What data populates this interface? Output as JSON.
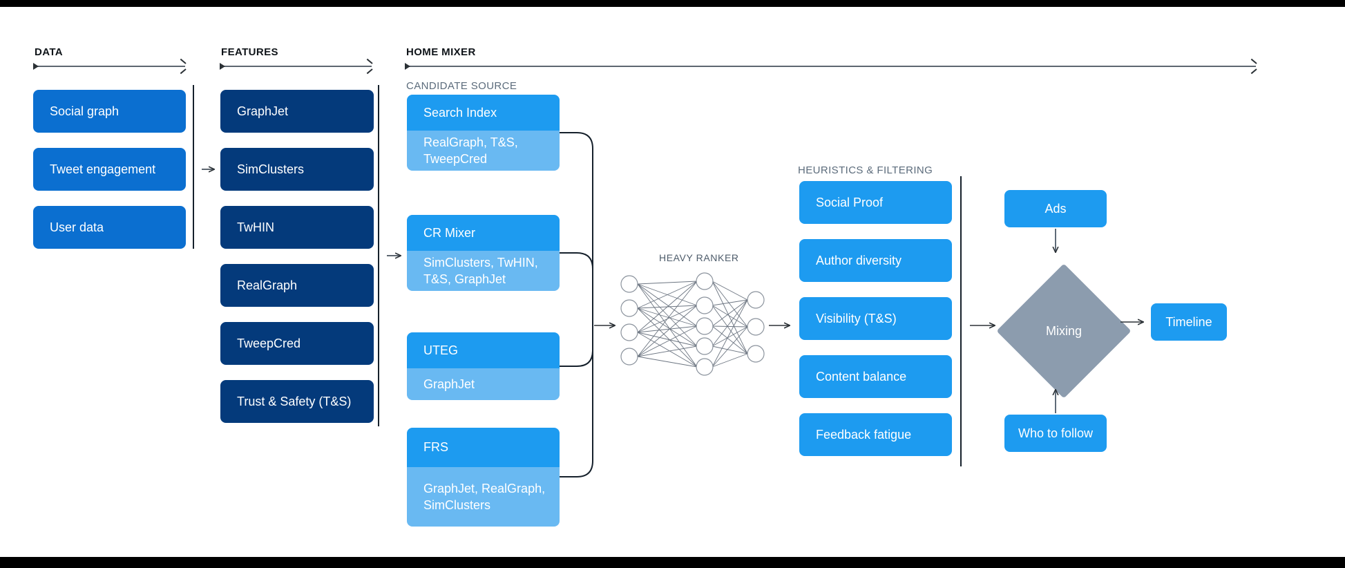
{
  "sections": {
    "data": {
      "title": "DATA"
    },
    "features": {
      "title": "FEATURES"
    },
    "home_mixer": {
      "title": "HOME MIXER"
    },
    "candidate_source": {
      "title": "CANDIDATE SOURCE"
    },
    "heuristics": {
      "title": "HEURISTICS & FILTERING"
    },
    "heavy_ranker": {
      "title": "HEAVY RANKER"
    }
  },
  "data_boxes": [
    {
      "label": "Social graph"
    },
    {
      "label": "Tweet engagement"
    },
    {
      "label": "User data"
    }
  ],
  "feature_boxes": [
    {
      "label": "GraphJet"
    },
    {
      "label": "SimClusters"
    },
    {
      "label": "TwHIN"
    },
    {
      "label": "RealGraph"
    },
    {
      "label": "TweepCred"
    },
    {
      "label": "Trust & Safety (T&S)"
    }
  ],
  "candidate_sources": [
    {
      "name": "Search Index",
      "features": "RealGraph, T&S, TweepCred"
    },
    {
      "name": "CR Mixer",
      "features": "SimClusters, TwHIN, T&S, GraphJet"
    },
    {
      "name": "UTEG",
      "features": "GraphJet"
    },
    {
      "name": "FRS",
      "features": "GraphJet, RealGraph, SimClusters"
    }
  ],
  "heuristics_boxes": [
    {
      "label": "Social Proof"
    },
    {
      "label": "Author diversity"
    },
    {
      "label": "Visibility (T&S)"
    },
    {
      "label": "Content balance"
    },
    {
      "label": "Feedback fatigue"
    }
  ],
  "outputs": {
    "ads": "Ads",
    "mixing": "Mixing",
    "who_to_follow": "Who to follow",
    "timeline": "Timeline"
  },
  "colors": {
    "data_blue": "#0b6fd0",
    "feature_navy": "#043a7b",
    "accent_blue": "#1d9bf0",
    "light_blue": "#69b9f2",
    "mixing_gray": "#8c9cae",
    "line": "#2b3136",
    "text_muted": "#5b6b7b"
  },
  "neural_network": {
    "input_nodes": 4,
    "hidden_nodes": 5,
    "output_nodes": 3
  }
}
